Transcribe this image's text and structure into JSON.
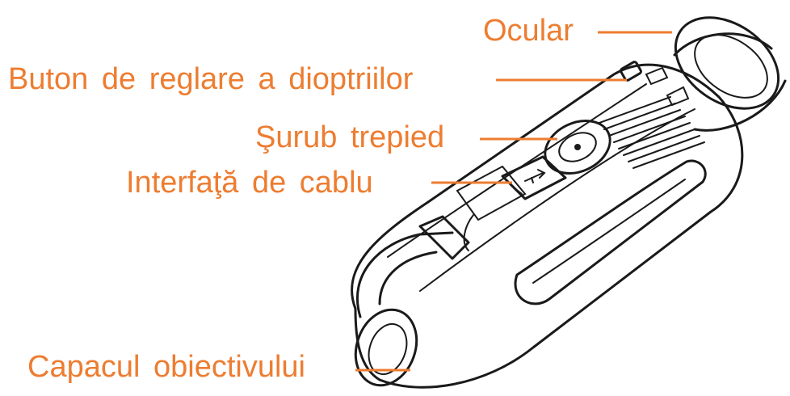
{
  "labels": {
    "ocular": "Ocular",
    "diopter_knob": "Buton de reglare a dioptriilor",
    "tripod_screw": "Şurub trepied",
    "cable_interface": "Interfaţă de cablu",
    "lens_cap": "Capacul obiectivului"
  },
  "colors": {
    "label": "#ED7D31",
    "outline": "#1a1a1a",
    "background": "#ffffff"
  },
  "icons": {
    "usb_port": "usb-icon"
  }
}
